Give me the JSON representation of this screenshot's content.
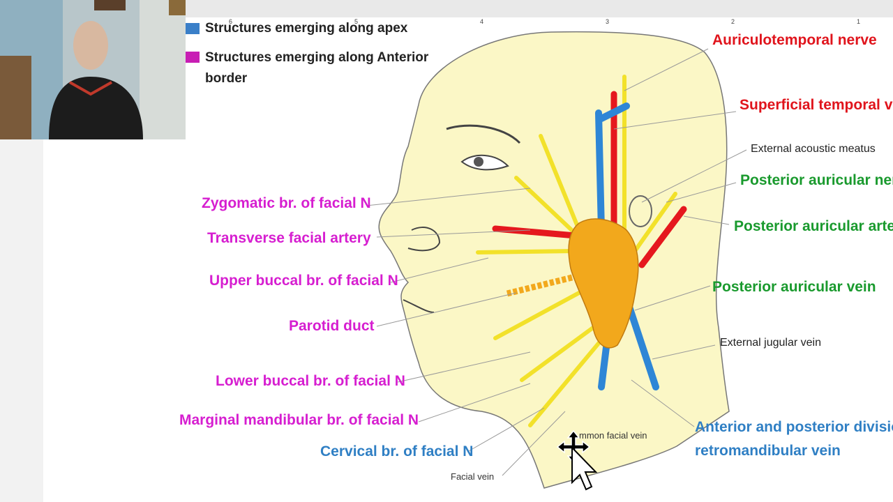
{
  "ruler": {
    "numbers": [
      "6",
      "5",
      "4",
      "3",
      "2",
      "1"
    ]
  },
  "legend": {
    "apex_label": "Structures emerging along apex",
    "apex_color": "#3a7fc8",
    "anterior_label_line1": "Structures emerging along Anterior",
    "anterior_label_line2": "border",
    "anterior_color": "#c81eb4"
  },
  "labels": {
    "auriculotemporal": "Auriculotemporal nerve",
    "superficial_temporal": "Superficial temporal ve",
    "external_acoustic": "External acoustic meatus",
    "posterior_auricular_nerve": "Posterior auricular ner",
    "posterior_auricular_artery": "Posterior auricular arter",
    "posterior_auricular_vein": "Posterior auricular vein",
    "external_jugular": "External jugular vein",
    "anterior_posterior_div_1": "Anterior and posterior divisio",
    "anterior_posterior_div_2": "retromandibular vein",
    "common_facial_vein": "mmon facial vein",
    "facial_vein": "Facial vein",
    "zygomatic": "Zygomatic br. of facial N",
    "transverse_facial": "Transverse facial artery",
    "upper_buccal": "Upper buccal br. of facial N",
    "parotid_duct": "Parotid duct",
    "lower_buccal": "Lower buccal br. of facial N",
    "marginal_mandibular": "Marginal mandibular br. of facial N",
    "cervical": "Cervical br. of facial N"
  },
  "colors": {
    "nerve": "#f2e12a",
    "artery": "#e5181e",
    "vein": "#2e86d6",
    "gland": "#f2a81c",
    "skin": "#fbf7c6"
  }
}
